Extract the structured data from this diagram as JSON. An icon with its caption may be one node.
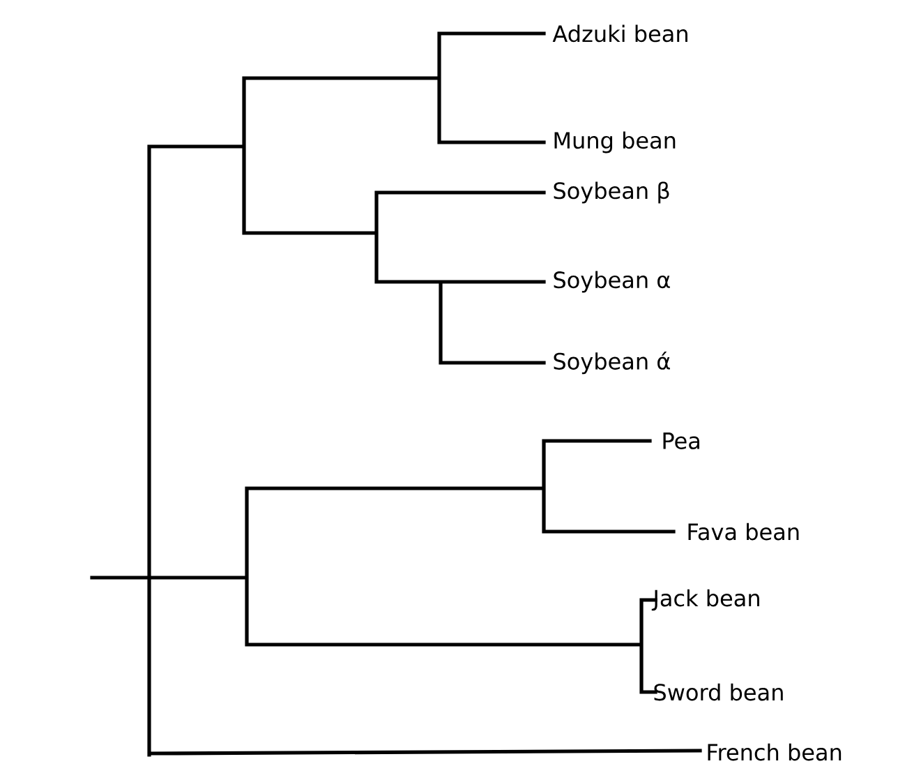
{
  "diagram": {
    "labels": [
      "Adzuki bean",
      "Mung bean",
      "Soybean β",
      "Soybean α",
      "Soybean ά",
      "Pea",
      "Fava bean",
      "Jack bean",
      "Sword bean",
      "French bean"
    ]
  }
}
